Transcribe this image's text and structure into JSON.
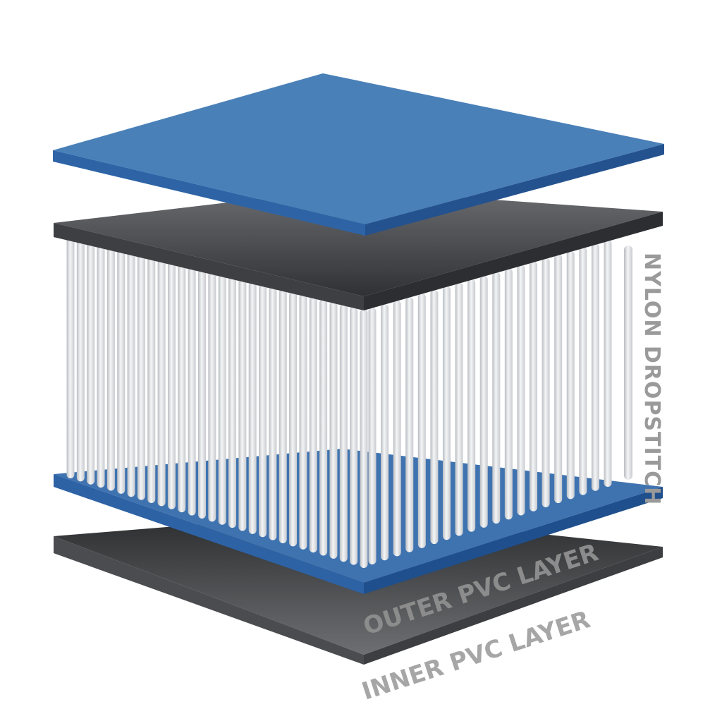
{
  "labels": {
    "nylon_dropstitch": "NYLON DROPSTITCH",
    "outer_pvc_layer": "OUTER PVC LAYER",
    "inner_pvc_layer": "INNER PVC LAYER"
  },
  "colors": {
    "background": "#ffffff",
    "blue_layer_top": "#4a80b8",
    "blue_layer_edge": "#2e61a0",
    "gray_layer_top": "#5d5f62",
    "gray_layer_edge": "#3a3c3f",
    "fiber": "#e6e8eb",
    "label_outer": "#8c8c8c",
    "label_inner": "#a6a6a6",
    "label_nylon": "#9a9a9a"
  },
  "fiber_count_front": 30,
  "fiber_count_side": 20
}
